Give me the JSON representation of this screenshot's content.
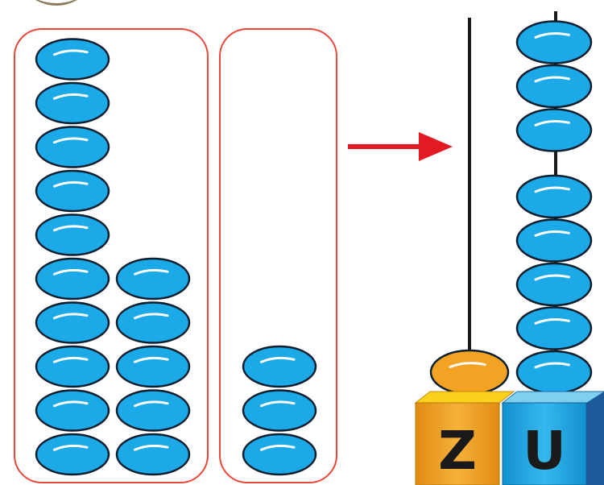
{
  "colors": {
    "background": "#ffffff",
    "group_outline": "#e8473a",
    "arrow": "#e21b23",
    "bead_fill": "#1ba9e7",
    "bead_stroke": "#0d1e2e",
    "bead_highlight": "#ffffff",
    "ten_bead_fill": "#f3a323",
    "rod": "#1a1a1a",
    "z_face": "#f3a323",
    "z_top": "#fcd11e",
    "u_face": "#1ba9e7",
    "u_top": "#7fd0ef",
    "u_side": "#1d5a9a"
  },
  "left_group": {
    "columns": [
      {
        "name": "column-1",
        "bead_count": 10
      },
      {
        "name": "column-2",
        "bead_count": 5
      }
    ]
  },
  "middle_group": {
    "bead_count": 3
  },
  "arrow": {
    "direction": "right"
  },
  "abacus": {
    "tens_rod": {
      "label": "Z",
      "bead_count": 1
    },
    "units_rod": {
      "label": "U",
      "bead_count": 8
    }
  }
}
